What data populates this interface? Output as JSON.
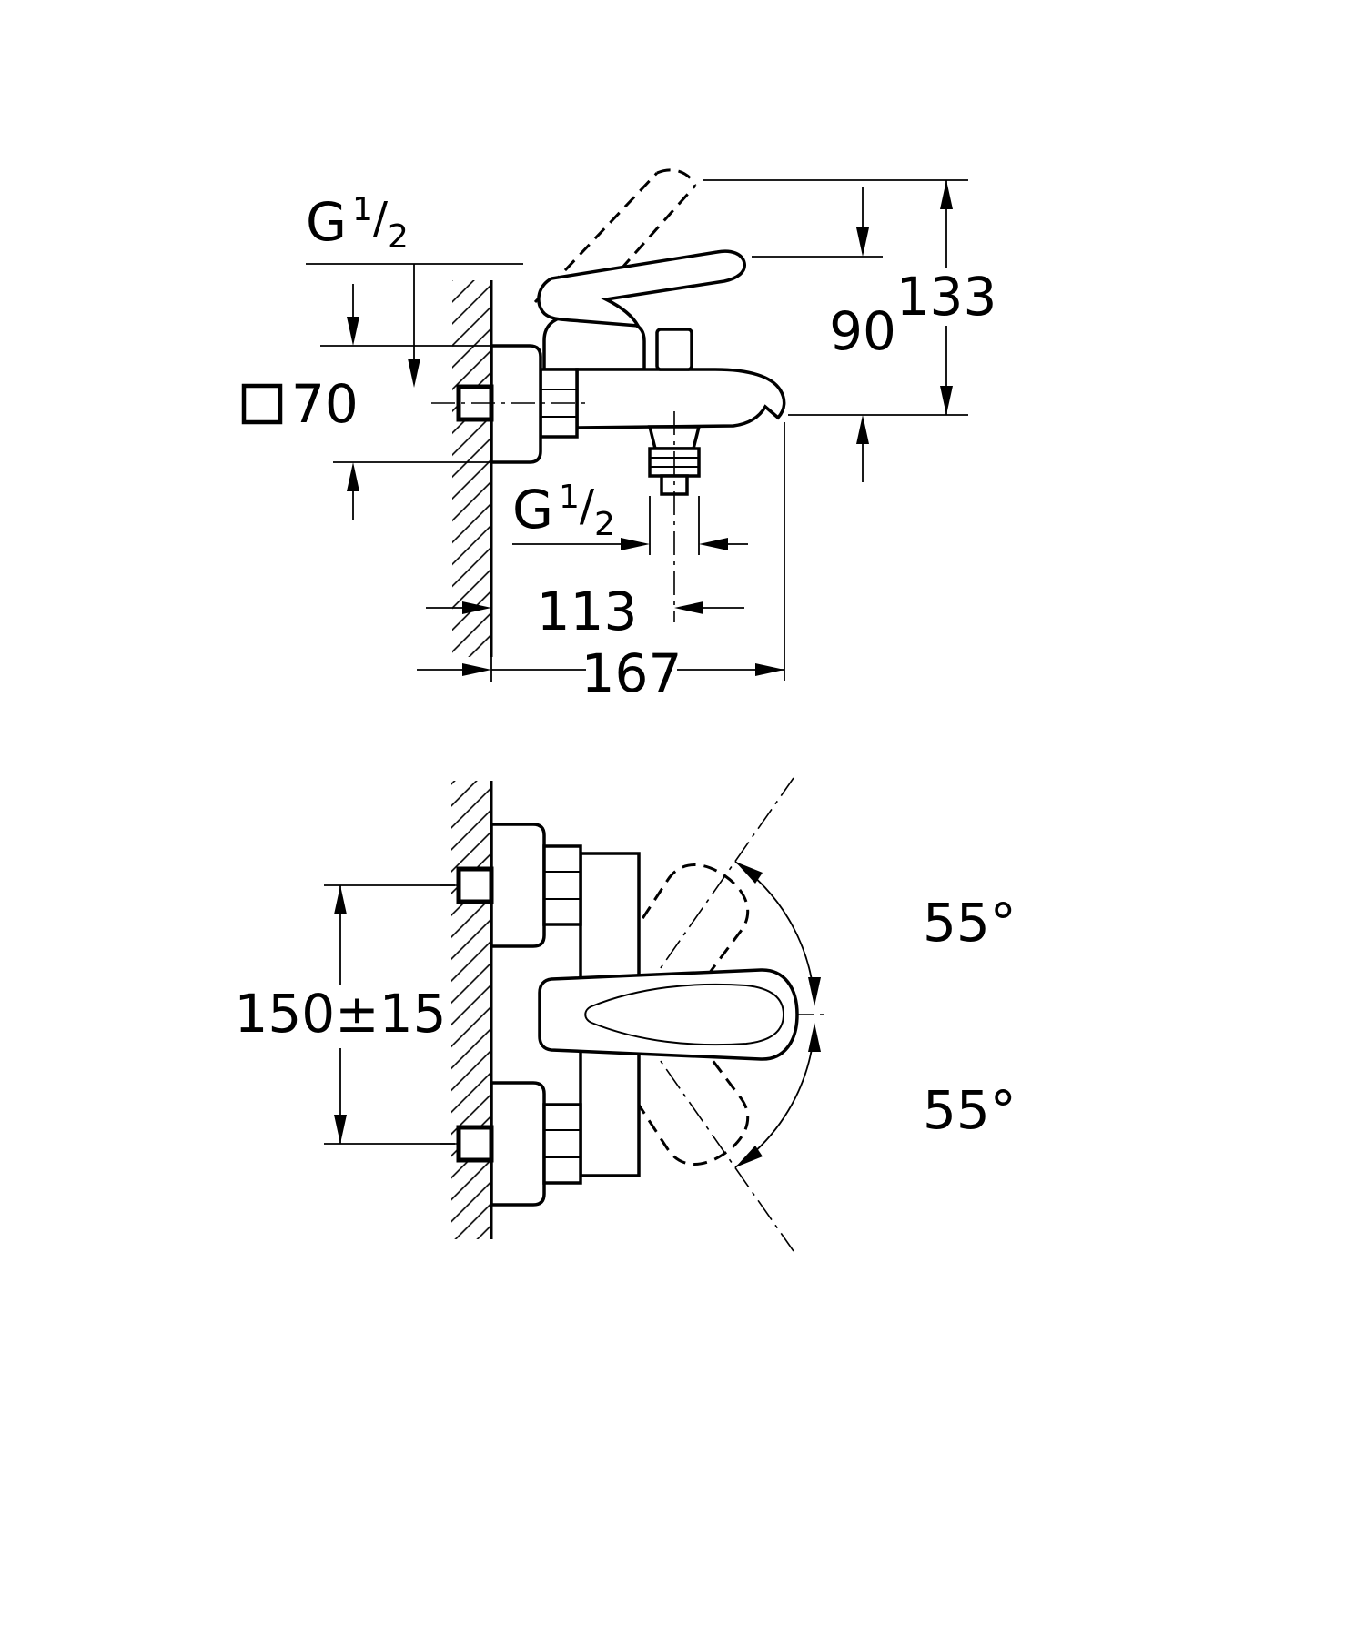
{
  "drawing": {
    "background": "#ffffff",
    "line_color": "#000000",
    "side_view": {
      "wall_thread": {
        "g": "G",
        "numerator": "1",
        "slash": "/",
        "denominator": "2"
      },
      "hose_thread": {
        "g": "G",
        "numerator": "1",
        "slash": "/",
        "denominator": "2"
      },
      "escutcheon_symbol": "square-outline",
      "escutcheon_size": "70",
      "handle_height": "90",
      "total_height": "133",
      "hose_center_depth": "113",
      "total_depth": "167"
    },
    "plan_view": {
      "connection_spacing": "150±15",
      "swivel_angle_upper": "55°",
      "swivel_angle_lower": "55°"
    }
  }
}
